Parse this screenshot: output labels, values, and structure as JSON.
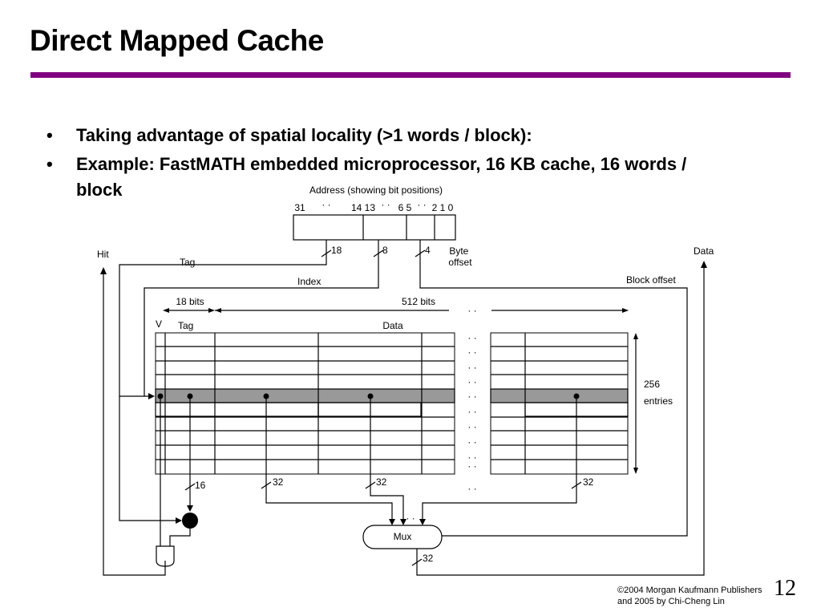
{
  "slide": {
    "title": "Direct Mapped Cache",
    "bullets": [
      "Taking advantage of spatial locality (>1 words / block):",
      "Example: FastMATH embedded microprocessor, 16 KB cache, 16 words / block"
    ],
    "footer_line1": "©2004 Morgan Kaufmann Publishers",
    "footer_line2": "and 2005 by Chi-Cheng Lin",
    "page_number": "12",
    "accent_color": "#800080"
  },
  "diagram": {
    "address_title": "Address (showing bit positions)",
    "bit_31": "31",
    "bit_dots_a": "· ·",
    "bit_14_13": "14 13",
    "bit_dots_b": "· ·",
    "bit_6_5": "6 5",
    "bit_dots_c": "· ·",
    "bit_2_1_0": "2 1 0",
    "tag_width": "18",
    "index_width": "8",
    "offset_width": "4",
    "byte_offset": "Byte\noffset",
    "hit": "Hit",
    "tag": "Tag",
    "index": "Index",
    "data_out": "Data",
    "block_offset": "Block offset",
    "tag_bits": "18 bits",
    "data_bits": "512 bits",
    "col_v": "V",
    "col_tag": "Tag",
    "col_data": "Data",
    "entries_count": "256",
    "entries_label": "entries",
    "compare_width": "16",
    "word_width_1": "32",
    "word_width_2": "32",
    "word_width_3": "32",
    "comparator": "=",
    "mux": "Mux",
    "output_width": "32",
    "ellipsis": "· ·"
  }
}
